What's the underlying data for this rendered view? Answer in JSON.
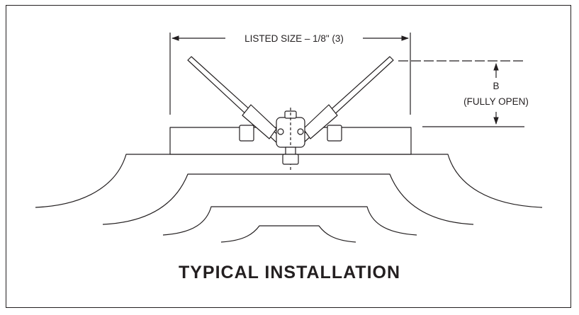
{
  "diagram": {
    "width_dimension_label": "LISTED SIZE – 1/8\" (3)",
    "height_dimension_label_line1": "B",
    "height_dimension_label_line2": "(FULLY OPEN)",
    "caption": "TYPICAL INSTALLATION"
  },
  "colors": {
    "line": "#231f20",
    "background": "#ffffff"
  }
}
